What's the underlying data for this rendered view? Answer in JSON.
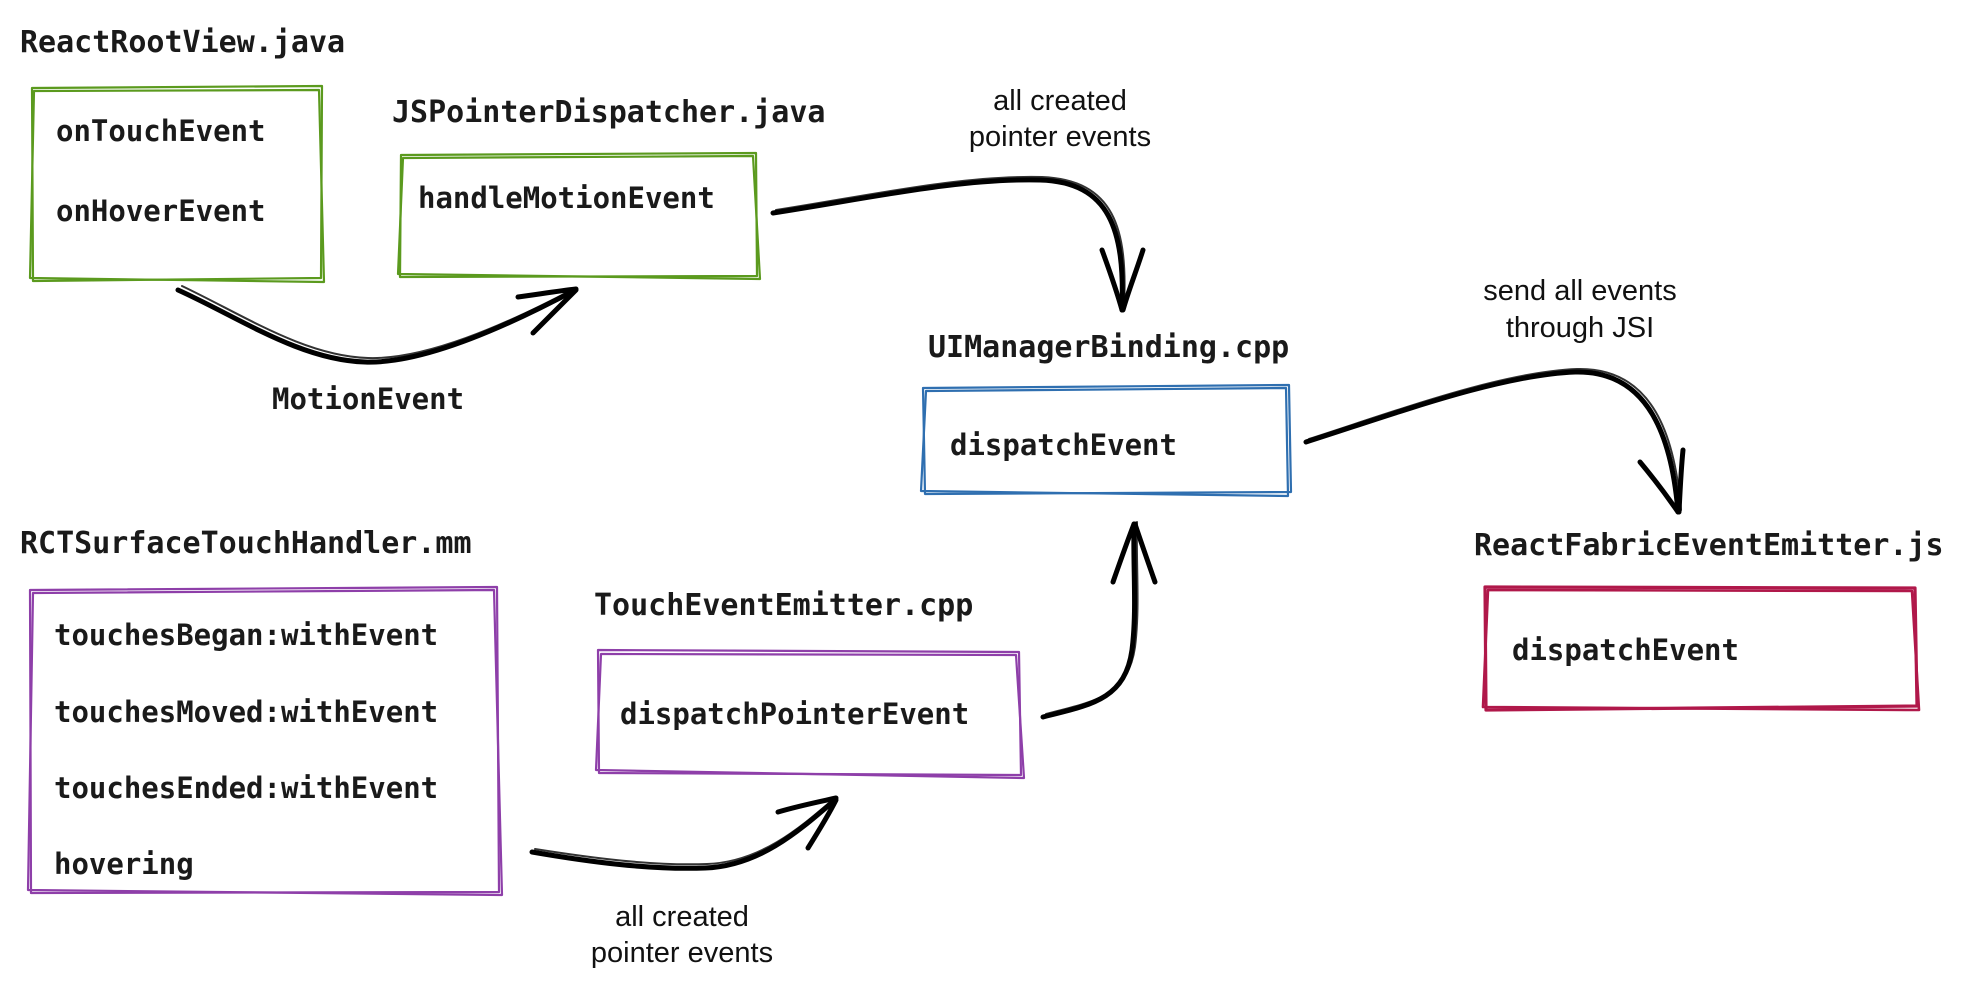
{
  "colors": {
    "android": "#5b9a1e",
    "ios": "#8e3fa9",
    "cpp": "#2f6fb0",
    "js": "#b0184a",
    "arrow": "#000000",
    "text": "#1a1a1a"
  },
  "nodes": {
    "react_root_view": {
      "title": "ReactRootView.java",
      "methods": [
        "onTouchEvent",
        "onHoverEvent"
      ]
    },
    "js_pointer_dispatcher": {
      "title": "JSPointerDispatcher.java",
      "methods": [
        "handleMotionEvent"
      ]
    },
    "ui_manager_binding": {
      "title": "UIManagerBinding.cpp",
      "methods": [
        "dispatchEvent"
      ]
    },
    "rct_surface_touch_handler": {
      "title": "RCTSurfaceTouchHandler.mm",
      "methods": [
        "touchesBegan:withEvent",
        "touchesMoved:withEvent",
        "touchesEnded:withEvent",
        "hovering"
      ]
    },
    "touch_event_emitter": {
      "title": "TouchEventEmitter.cpp",
      "methods": [
        "dispatchPointerEvent"
      ]
    },
    "react_fabric_event_emitter": {
      "title": "ReactFabricEventEmitter.js",
      "methods": [
        "dispatchEvent"
      ]
    }
  },
  "edges": {
    "root_to_dispatcher": {
      "label": "MotionEvent"
    },
    "dispatcher_to_binding": {
      "label_lines": [
        "all created",
        "pointer events"
      ]
    },
    "handler_to_emitter": {
      "label_lines": [
        "all created",
        "pointer events"
      ]
    },
    "emitter_to_binding": {
      "label_lines": []
    },
    "binding_to_js": {
      "label_lines": [
        "send all events",
        "through JSI"
      ]
    }
  }
}
